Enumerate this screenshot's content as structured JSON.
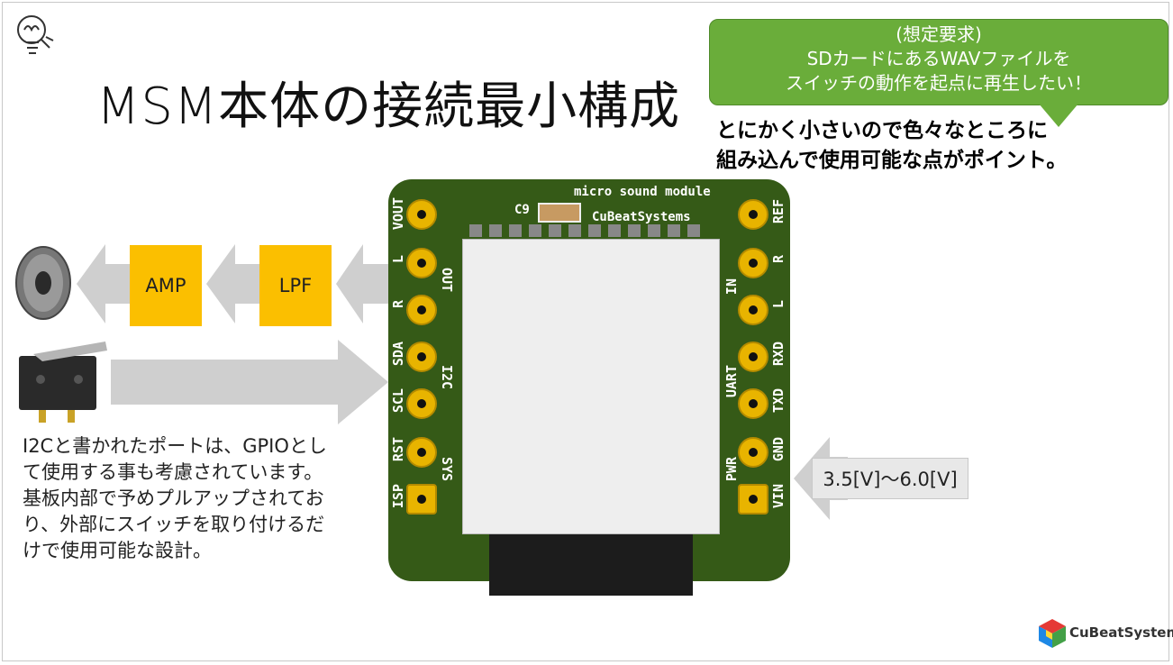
{
  "title": "MSM本体の接続最小構成",
  "callout": {
    "line1": "(想定要求)",
    "line2": "SDカードにあるWAVファイルを",
    "line3": "スイッチの動作を起点に再生したい！",
    "color": "#6aad3a"
  },
  "note": {
    "line1": "とにかく小さいので色々なところに",
    "line2": "組み込んで使用可能な点がポイント。"
  },
  "blocks": {
    "amp": "AMP",
    "lpf": "LPF",
    "color": "#fbbf00"
  },
  "voltage_label": "3.5[V]〜6.0[V]",
  "description": {
    "line1": "I2Cと書かれたポートは、GPIOとし",
    "line2": "て使用する事も考慮されています。",
    "line3": "基板内部で予めプルアップされてお",
    "line4": "り、外部にスイッチを取り付けるだ",
    "line5": "けで使用可能な設計。"
  },
  "pcb": {
    "silk_top": "micro sound module",
    "silk_brand": "CuBeatSystems",
    "silk_cap": "C9",
    "left_pins": [
      "VOUT",
      "L",
      "R",
      "SDA",
      "SCL",
      "RST",
      "ISP"
    ],
    "left_groups": [
      "OUT",
      "I2C",
      "SYS"
    ],
    "right_pins": [
      "REF",
      "R",
      "L",
      "RXD",
      "TXD",
      "GND",
      "VIN"
    ],
    "right_groups": [
      "IN",
      "UART",
      "PWR"
    ],
    "color": "#355a17"
  },
  "logo": {
    "text": "CuBeatSystems"
  }
}
